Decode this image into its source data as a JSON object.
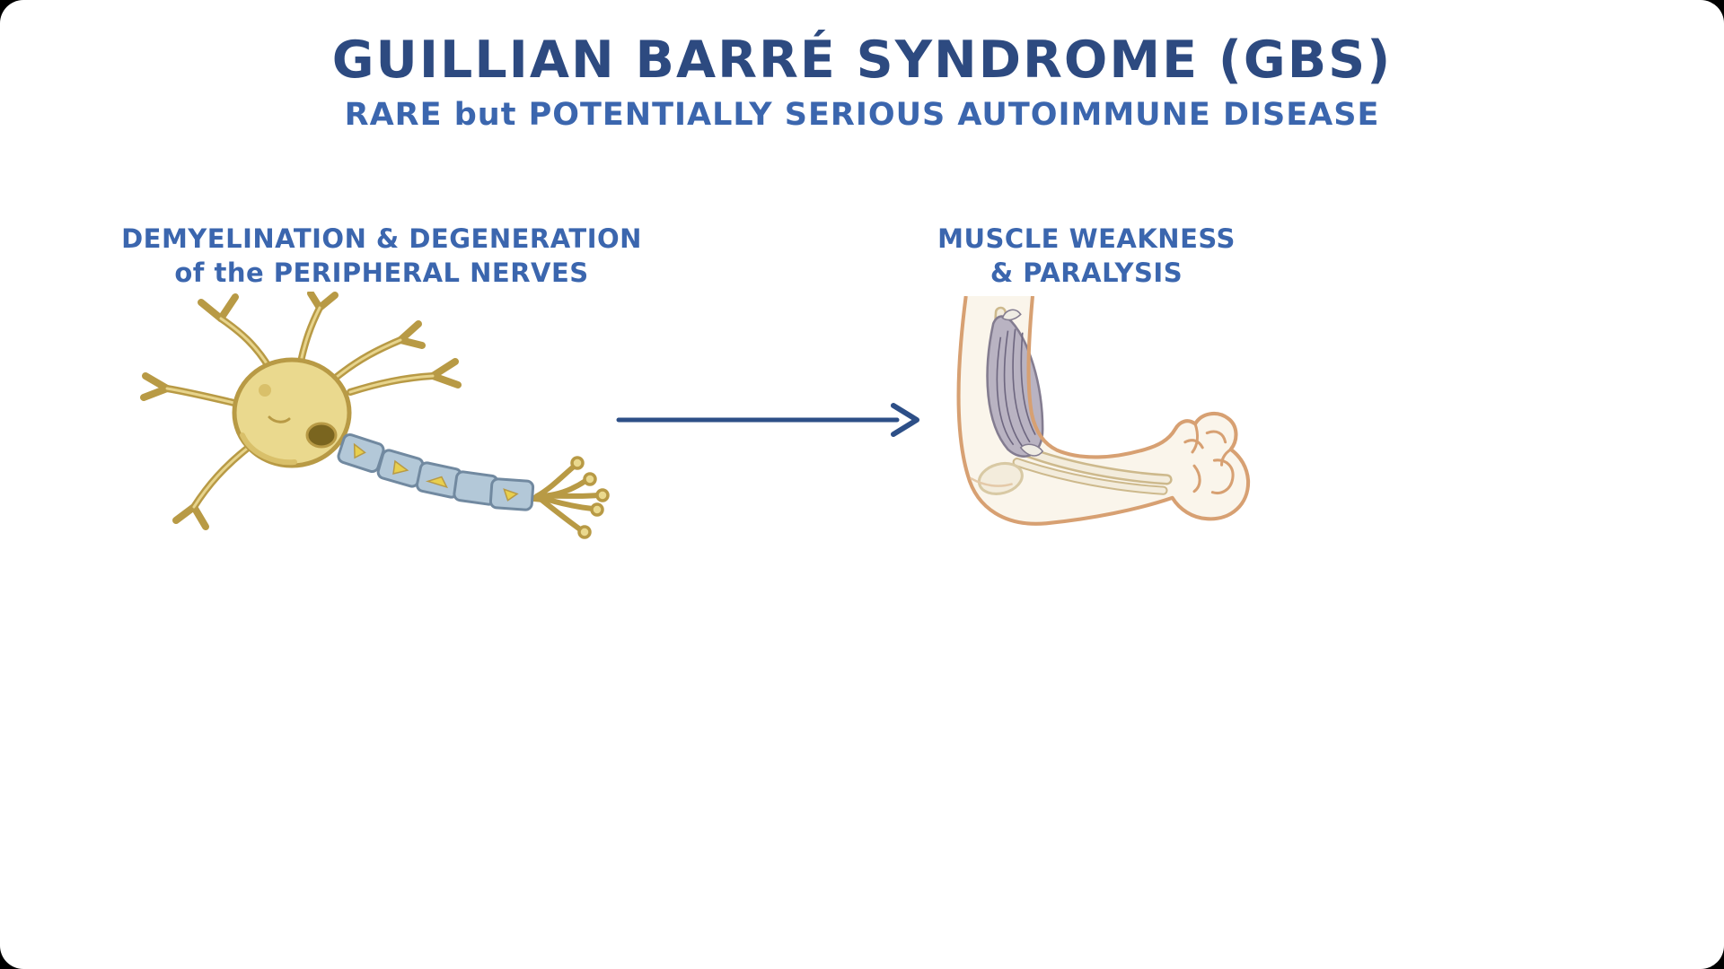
{
  "header": {
    "title": "GUILLIAN BARRÉ SYNDROME (GBS)",
    "subtitle": "RARE but POTENTIALLY SERIOUS AUTOIMMUNE DISEASE"
  },
  "left_panel": {
    "label_line1": "DEMYELINATION & DEGENERATION",
    "label_line2": "of the PERIPHERAL NERVES",
    "illustration": "damaged-peripheral-neuron"
  },
  "right_panel": {
    "label_line1": "MUSCLE WEAKNESS",
    "label_line2": "& PARALYSIS",
    "illustration": "weak-arm-with-muscle"
  },
  "connector": {
    "icon": "right-arrow-icon"
  },
  "colors": {
    "title_blue": "#2d4a80",
    "label_blue": "#3b66ae",
    "arrow_blue": "#2d4f87",
    "neuron_fill": "#ead98e",
    "neuron_outline": "#b89a45",
    "myelin_fill": "#b3c8d8",
    "myelin_outline": "#7189a0",
    "damage_yellow": "#e8cf4e",
    "skin_outline": "#d7a072",
    "skin_fill": "#faf5eb",
    "muscle_fill": "#b9b3c2",
    "muscle_outline": "#837c90",
    "bone_tone": "#cdb98c"
  }
}
